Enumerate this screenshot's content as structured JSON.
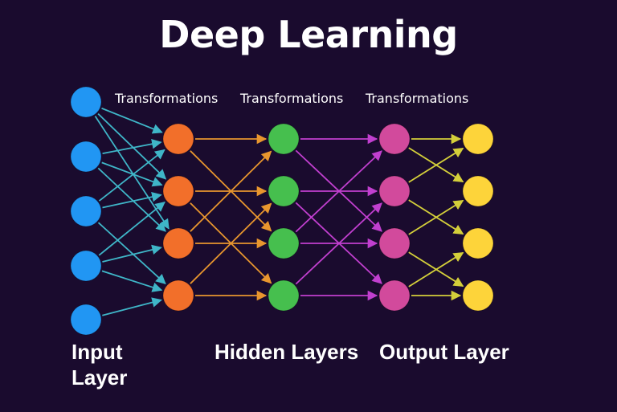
{
  "title": "Deep Learning",
  "transformations": [
    "Transformations",
    "Transformations",
    "Transformations"
  ],
  "layer_labels": {
    "input_line1": "Input",
    "input_line2": "Layer",
    "hidden": "Hidden Layers",
    "output": "Output Layer"
  },
  "network": {
    "layers": [
      {
        "nodes": 5,
        "color": "#2196f3"
      },
      {
        "nodes": 4,
        "color": "#f26f2a"
      },
      {
        "nodes": 4,
        "color": "#46bf4e"
      },
      {
        "nodes": 4,
        "color": "#d24a9c"
      },
      {
        "nodes": 4,
        "color": "#fdd43a"
      }
    ],
    "edge_colors": [
      "#3fb6c8",
      "#e8962e",
      "#c13fcf",
      "#d4cf3a"
    ],
    "connections": [
      [
        [
          0,
          0
        ],
        [
          0,
          1
        ],
        [
          0,
          2
        ],
        [
          1,
          0
        ],
        [
          1,
          1
        ],
        [
          1,
          2
        ],
        [
          2,
          0
        ],
        [
          2,
          1
        ],
        [
          2,
          3
        ],
        [
          3,
          1
        ],
        [
          3,
          2
        ],
        [
          3,
          3
        ],
        [
          4,
          3
        ]
      ],
      [
        [
          0,
          0
        ],
        [
          0,
          2
        ],
        [
          1,
          1
        ],
        [
          1,
          3
        ],
        [
          2,
          0
        ],
        [
          2,
          2
        ],
        [
          3,
          1
        ],
        [
          3,
          3
        ]
      ],
      [
        [
          0,
          0
        ],
        [
          0,
          2
        ],
        [
          1,
          1
        ],
        [
          1,
          3
        ],
        [
          2,
          0
        ],
        [
          2,
          2
        ],
        [
          3,
          1
        ],
        [
          3,
          3
        ]
      ],
      [
        [
          0,
          0
        ],
        [
          0,
          1
        ],
        [
          1,
          0
        ],
        [
          1,
          2
        ],
        [
          2,
          1
        ],
        [
          2,
          3
        ],
        [
          3,
          2
        ],
        [
          3,
          3
        ]
      ]
    ]
  }
}
